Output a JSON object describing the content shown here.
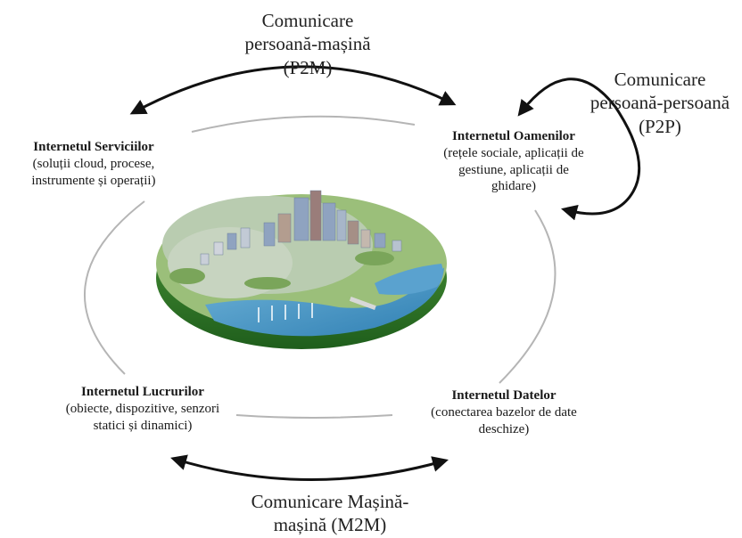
{
  "communications": {
    "p2m": {
      "line1": "Comunicare",
      "line2": "persoană-mașină",
      "line3": "(P2M)"
    },
    "p2p": {
      "line1": "Comunicare",
      "line2": "persoană-persoană",
      "line3": "(P2P)"
    },
    "m2m": {
      "line1": "Comunicare Mașină-",
      "line2": "mașină (M2M)"
    }
  },
  "nodes": {
    "services": {
      "title": "Internetul Serviciilor",
      "line1": "(soluții cloud, procese,",
      "line2": "instrumente și operații)"
    },
    "people": {
      "title": "Internetul Oamenilor",
      "line1": "(rețele sociale, aplicații de",
      "line2": "gestiune, aplicații de",
      "line3": "ghidare)"
    },
    "things": {
      "title": "Internetul Lucrurilor",
      "line1": "(obiecte, dispozitive, senzori",
      "line2": "statici și dinamici)"
    },
    "data": {
      "title": "Internetul Datelor",
      "line1": "(conectarea bazelor de date",
      "line2": "deschize)"
    }
  }
}
